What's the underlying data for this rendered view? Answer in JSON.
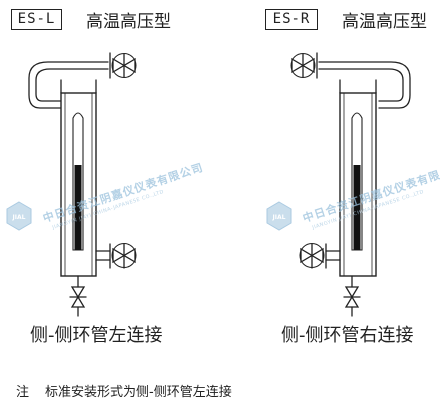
{
  "left": {
    "model": "ES-L",
    "title": "高温高压型",
    "caption": "侧-侧环管左连接"
  },
  "right": {
    "model": "ES-R",
    "title": "高温高压型",
    "caption": "侧-侧环管右连接"
  },
  "note": {
    "mark": "注",
    "text": "标准安装形式为侧-侧环管左连接"
  },
  "watermark": {
    "logo": "JIAL",
    "company": "中日合资江阴嘉仪仪表有限公司",
    "company_en": "JIANGYIN JIAYI CHINA-JAPANESE CO.,LTD"
  },
  "colors": {
    "line": "#222222",
    "watermark": "#8fb9d8"
  },
  "icons": [
    "valve-icon",
    "gauge-glass-icon",
    "hexagon-logo-icon"
  ]
}
